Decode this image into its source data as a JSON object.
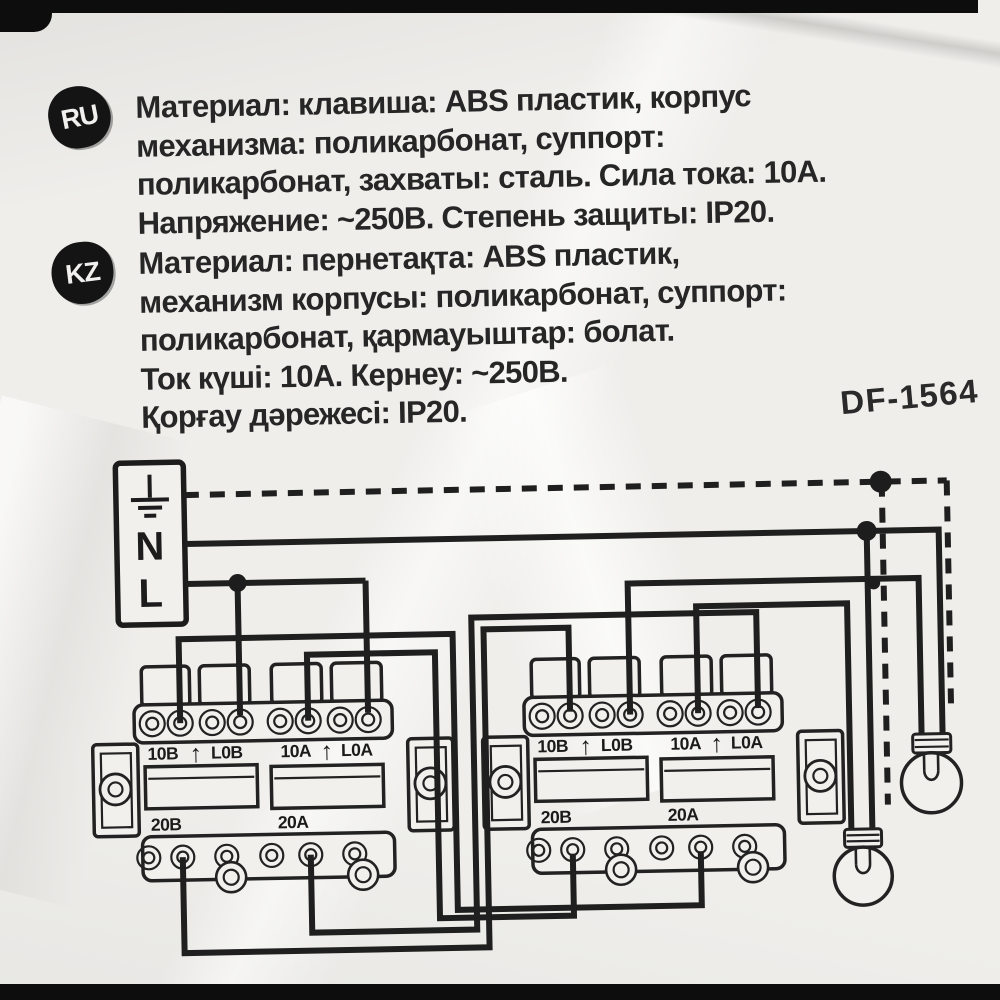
{
  "colors": {
    "ink": "#1f1f1f",
    "bag": "#efeeeb",
    "edge_band": "#0d0d0d"
  },
  "badges": {
    "ru": "RU",
    "kz": "KZ"
  },
  "ru_text": {
    "lines": [
      "Материал: клавиша: ABS пластик, корпус",
      "механизма: поликарбонат, суппорт:",
      "поликарбонат, захваты: сталь. Сила тока: 10А.",
      "Напряжение: ~250В. Степень защиты: IP20."
    ]
  },
  "kz_text": {
    "lines": [
      "Материал: пернетақта: ABS пластик,",
      "механизм корпусы: поликарбонат, суппорт:",
      "поликарбонат, қармауыштар: болат.",
      "Ток күші: 10А. Кернеу: ~250В.",
      "Қорғау дәрежесі: IP20."
    ]
  },
  "model_code": "DF-1564",
  "diagram": {
    "terminal_box": {
      "neutral_label": "N",
      "line_label": "L"
    },
    "switch_labels": {
      "top": [
        "10B",
        "L0B",
        "10A",
        "L0A"
      ],
      "bottom": [
        "20B",
        "20A"
      ],
      "arrow": "↑"
    }
  }
}
